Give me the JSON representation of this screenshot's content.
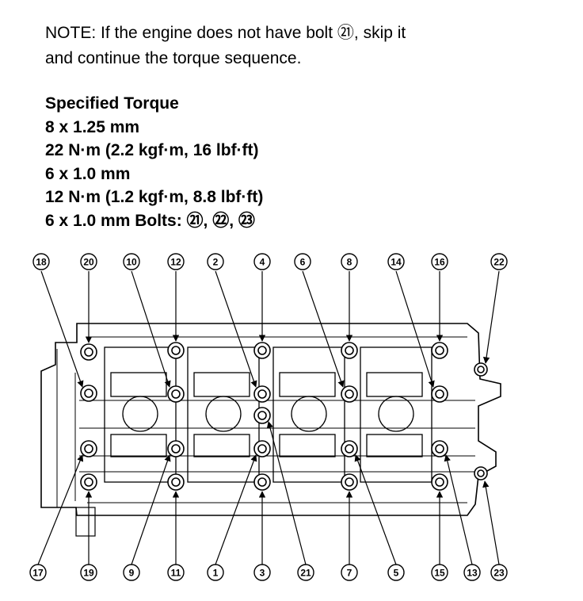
{
  "note": {
    "line1": "NOTE: If the engine does not have bolt ㉑, skip it",
    "line2": "and continue the torque sequence."
  },
  "specs": {
    "heading": "Specified Torque",
    "line1": "8 x 1.25 mm",
    "line2": "22 N·m (2.2 kgf·m, 16 lbf·ft)",
    "line3": "6 x 1.0 mm",
    "line4": "12 N·m (1.2 kgf·m, 8.8 lbf·ft)",
    "line5": "6 x 1.0 mm Bolts: ㉑, ㉒, ㉓"
  },
  "diagram": {
    "top_labels": [
      "⑱",
      "⑳",
      "⑩",
      "⑫",
      "②",
      "④",
      "⑥",
      "⑧",
      "⑭",
      "⑯",
      "㉒"
    ],
    "bottom_labels": [
      "⑰",
      "⑲",
      "⑨",
      "⑪",
      "①",
      "③",
      "㉑",
      "⑦",
      "⑤",
      "⑮",
      "⑬",
      "㉓"
    ]
  }
}
